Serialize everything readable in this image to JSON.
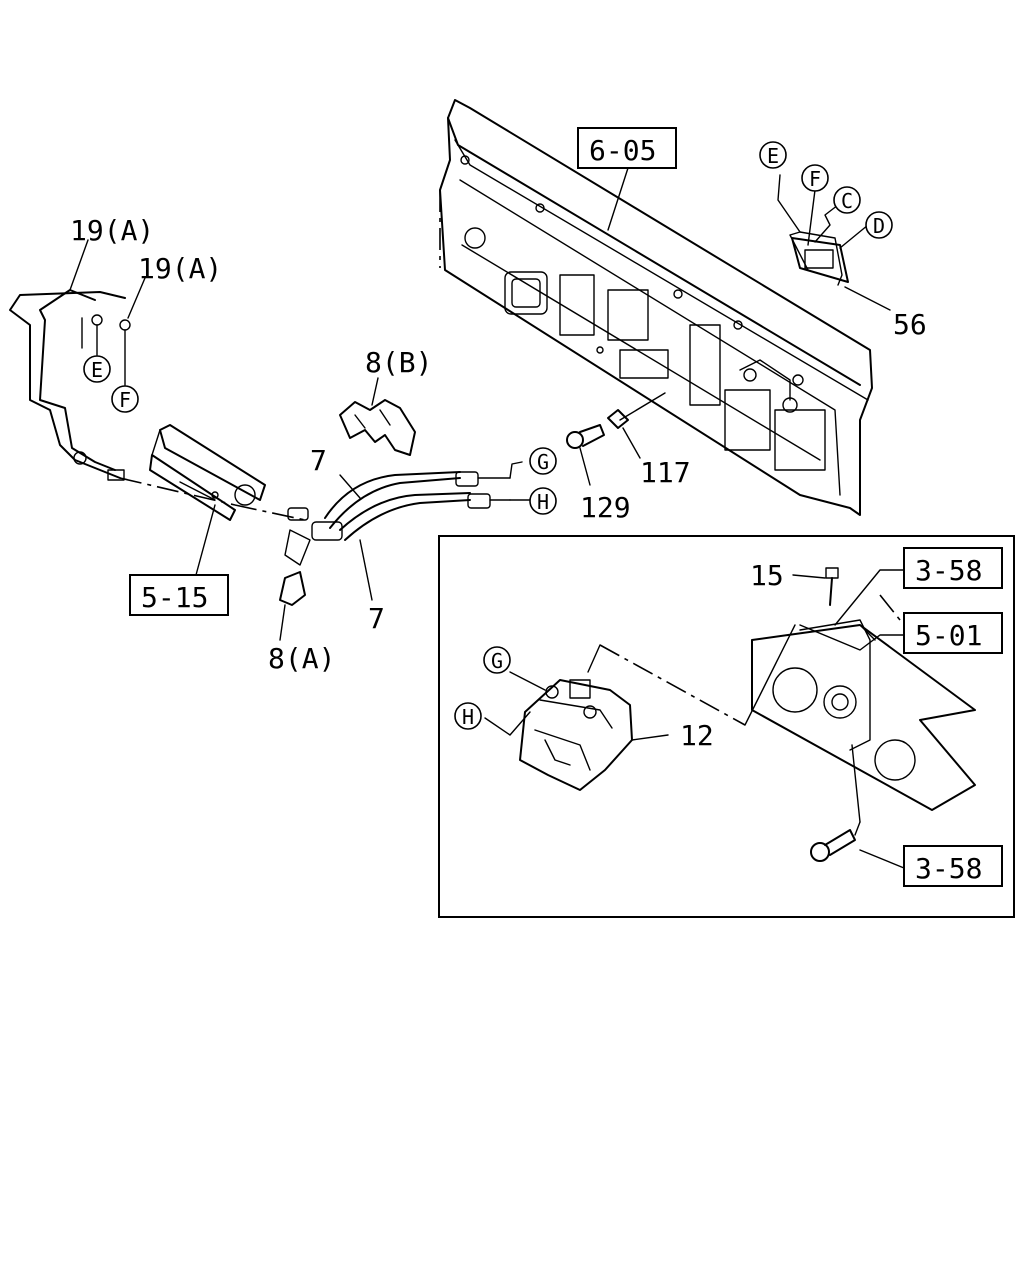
{
  "callouts": {
    "ref_6_05": "6-05",
    "ref_5_15": "5-15",
    "ref_3_58_top": "3-58",
    "ref_5_01": "5-01",
    "ref_3_58_bottom": "3-58",
    "part_19a_left": "19(A)",
    "part_19a_right": "19(A)",
    "part_8b": "8(B)",
    "part_8a": "8(A)",
    "part_7_top": "7",
    "part_7_bottom": "7",
    "part_56": "56",
    "part_117": "117",
    "part_129": "129",
    "part_15": "15",
    "part_12": "12"
  },
  "connectors": {
    "e_main": "E",
    "f_main": "F",
    "c_main": "C",
    "d_main": "D",
    "e_left": "E",
    "f_left": "F",
    "g_pipe": "G",
    "h_pipe": "H",
    "g_inset": "G",
    "h_inset": "H"
  }
}
